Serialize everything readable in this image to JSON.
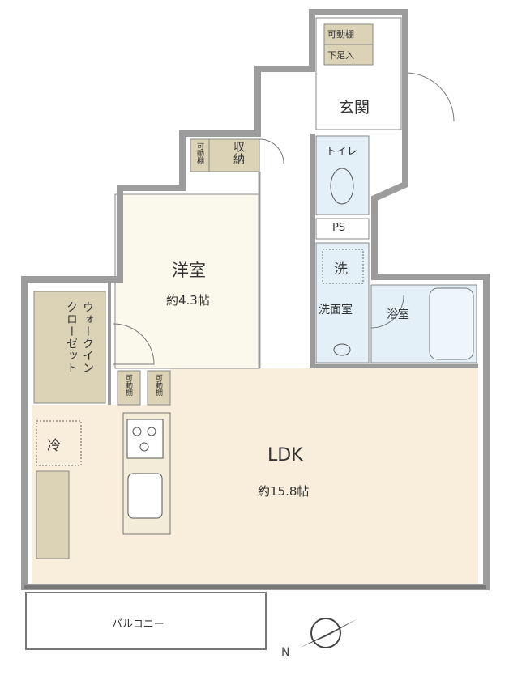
{
  "rooms": {
    "ldk": {
      "name": "LDK",
      "area": "約15.8帖"
    },
    "western": {
      "name": "洋室",
      "area": "約4.3帖"
    },
    "wic": {
      "name": "ウォークインクローゼット",
      "line1": "ウォークイン",
      "line2": "クローゼット"
    },
    "entrance": {
      "name": "玄関"
    },
    "shoe": {
      "line1": "可動棚",
      "line2": "下足入"
    },
    "storage": {
      "shelf": "可動棚",
      "name": "収納"
    },
    "toilet": {
      "name": "トイレ"
    },
    "ps": {
      "name": "PS"
    },
    "washroom": {
      "name": "洗面室",
      "washer": "洗"
    },
    "bath": {
      "name": "浴室"
    },
    "shelf_a": "可動棚",
    "shelf_b": "可動棚",
    "fridge": "冷",
    "balcony": "バルコニー"
  },
  "colors": {
    "wall": "#9c9c9c",
    "ldk": "#f8eedb",
    "western": "#fbf9ec",
    "wic": "#dcd3b6",
    "wet": "#e3f0f8"
  }
}
